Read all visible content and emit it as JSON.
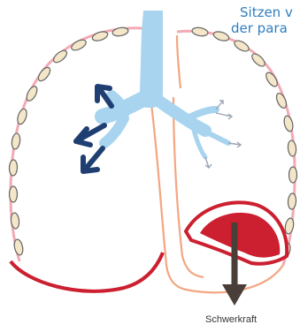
{
  "caption": {
    "line1": "Sitzen v",
    "line2": "der para"
  },
  "labels": {
    "gravity": "Schwerkraft"
  },
  "colors": {
    "caption_text": "#2f7fbf",
    "airway": "#a8d4f0",
    "airway_arrows": "#1f3f73",
    "pleura_outline": "#f2aab4",
    "rib_cartilage": "#f3e6c9",
    "esophagus_outline": "#f4a582",
    "diaphragm": "#cc1f2f",
    "heart_fill": "#cc1f2f",
    "gravity_arrow": "#4a3f38"
  }
}
